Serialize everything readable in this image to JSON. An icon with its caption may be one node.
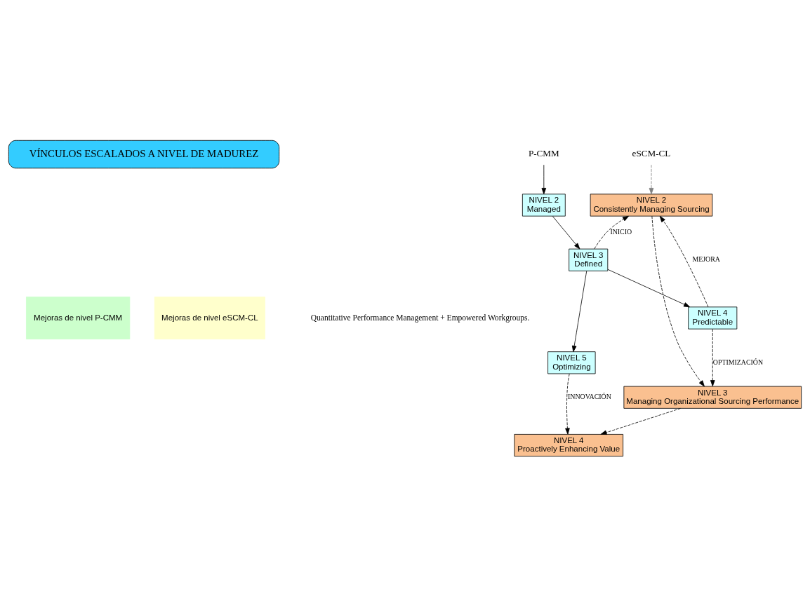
{
  "diagram": {
    "nodes": [
      {
        "text": [
          "VÍNCULOS ESCALADOS A NIVEL DE MADUREZ"
        ]
      },
      {
        "text": [
          "P-CMM"
        ]
      },
      {
        "text": [
          "NIVEL 2",
          "Managed"
        ]
      },
      {
        "text": [
          "NIVEL 3",
          "Defined"
        ]
      },
      {
        "text": [
          "NIVEL 4",
          "Predictable"
        ]
      },
      {
        "text": [
          "NIVEL 5",
          "Optimizing"
        ]
      },
      {
        "text": [
          "eSCM-CL"
        ]
      },
      {
        "text": [
          "NIVEL 2",
          "Consistently Managing Sourcing"
        ]
      },
      {
        "text": [
          "NIVEL 3",
          "Managing Organizational Sourcing Performance"
        ]
      },
      {
        "text": [
          "NIVEL 4",
          "Proactively Enhancing Value"
        ]
      },
      {
        "text": [
          "Mejoras de nivel P-CMM"
        ]
      },
      {
        "text": [
          "Mejoras de nivel eSCM-CL"
        ]
      }
    ],
    "edges": [
      {
        "from": 1,
        "to": 2,
        "arrow": "to"
      },
      {
        "from": 2,
        "to": 3,
        "arrow": "to"
      },
      {
        "from": 3,
        "to": 4,
        "arrow": "to"
      },
      {
        "from": 3,
        "to": 5,
        "arrow": "to"
      },
      {
        "from": 6,
        "to": 7,
        "arrow": "to",
        "style": "dashed",
        "color": "#808080"
      },
      {
        "from": 3,
        "to": 7,
        "arrow": "to",
        "label": "INICIO",
        "style": "dashed"
      },
      {
        "from": 4,
        "to": 7,
        "arrow": "to",
        "label": "MEJORA",
        "style": "dashed"
      },
      {
        "from": 4,
        "to": 8,
        "arrow": "to",
        "label": "OPTIMIZACIÓN",
        "style": "dashed"
      },
      {
        "from": 5,
        "to": 9,
        "arrow": "to",
        "label": "INNOVACIÓN",
        "style": "dashed"
      },
      {
        "from": 7,
        "to": 8,
        "arrow": "to",
        "style": "dashed"
      },
      {
        "from": 8,
        "to": 9,
        "arrow": "to",
        "style": "dashed"
      }
    ],
    "labels": [
      "Quantitative Performance Management + Empowered Workgroups."
    ]
  }
}
